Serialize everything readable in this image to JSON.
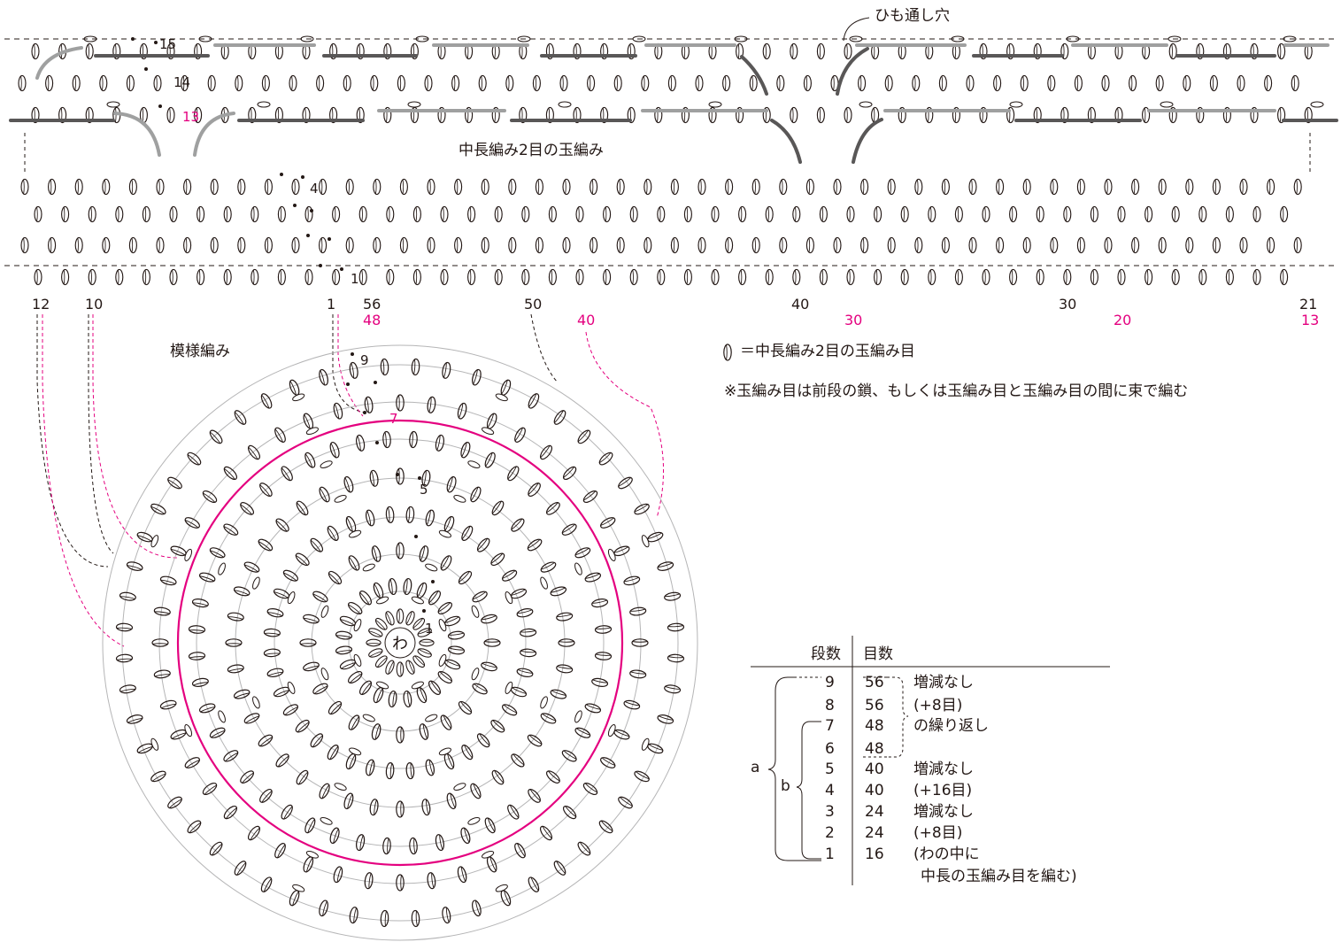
{
  "top_chart": {
    "hole_label": "ひも通し穴",
    "stitch_label": "中長編み2目の玉編み",
    "row_labels": [
      "15",
      "14",
      "13",
      "4",
      "1"
    ],
    "bottom_numbers": [
      {
        "value": "12",
        "color": "#231815"
      },
      {
        "value": "10",
        "color": "#231815"
      },
      {
        "value": "1",
        "color": "#231815"
      },
      {
        "value": "56",
        "color": "#231815"
      },
      {
        "value": "48",
        "color": "#e4007f"
      },
      {
        "value": "50",
        "color": "#231815"
      },
      {
        "value": "40",
        "color": "#e4007f"
      },
      {
        "value": "40",
        "color": "#231815"
      },
      {
        "value": "30",
        "color": "#e4007f"
      },
      {
        "value": "30",
        "color": "#231815"
      },
      {
        "value": "20",
        "color": "#e4007f"
      },
      {
        "value": "21",
        "color": "#231815"
      },
      {
        "value": "13",
        "color": "#e4007f"
      }
    ]
  },
  "round_chart": {
    "title": "模様編み",
    "center_label": "わ",
    "round_labels": [
      "9",
      "7",
      "5",
      "1"
    ]
  },
  "legend": {
    "symbol_text": "＝中長編み2目の玉編み目",
    "note": "※玉編み目は前段の鎖、もしくは玉編み目と玉編み目の間に束で編む"
  },
  "table": {
    "headers": [
      "段数",
      "目数"
    ],
    "group_labels": [
      "a",
      "b"
    ],
    "rows": [
      {
        "round": "9",
        "count": "56",
        "note": "増減なし"
      },
      {
        "round": "8",
        "count": "56",
        "note": "(+8目)"
      },
      {
        "round": "7",
        "count": "48",
        "note": "の繰り返し"
      },
      {
        "round": "6",
        "count": "48",
        "note": ""
      },
      {
        "round": "5",
        "count": "40",
        "note": "増減なし"
      },
      {
        "round": "4",
        "count": "40",
        "note": "(+16目)"
      },
      {
        "round": "3",
        "count": "24",
        "note": "増減なし"
      },
      {
        "round": "2",
        "count": "24",
        "note": "(+8目)"
      },
      {
        "round": "1",
        "count": "16",
        "note": "(わの中に"
      },
      {
        "round": "",
        "count": "",
        "note": "中長の玉編み目を編む)"
      }
    ]
  },
  "colors": {
    "ink": "#231815",
    "accent_pink": "#e4007f",
    "chain_dark": "#595757",
    "chain_light": "#9fa0a0",
    "guide_gray": "#b5b5b6"
  }
}
